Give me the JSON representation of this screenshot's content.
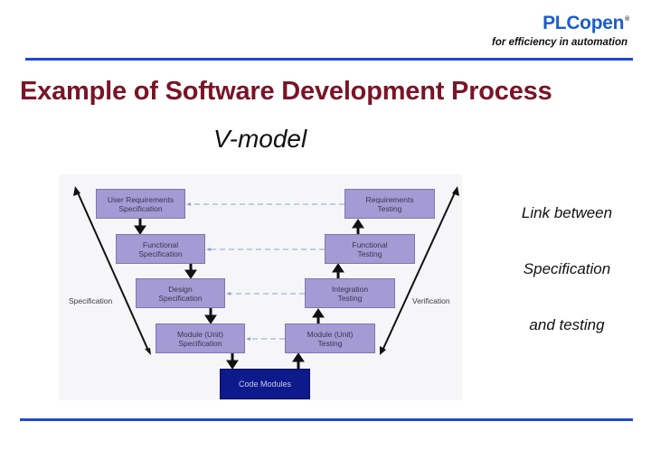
{
  "header": {
    "logo_name": "PLCopen",
    "logo_mark": "®",
    "tagline": "for efficiency in automation"
  },
  "slide": {
    "title": "Example of Software Development Process",
    "subtitle": "V-model",
    "side_notes": [
      "Link between",
      "Specification",
      "and testing"
    ]
  },
  "diagram": {
    "left_axis_label": "Specification",
    "right_axis_label": "Verification",
    "specification_steps": [
      {
        "line1": "User Requirements",
        "line2": "Specification"
      },
      {
        "line1": "Functional",
        "line2": "Specification"
      },
      {
        "line1": "Design",
        "line2": "Specification"
      },
      {
        "line1": "Module (Unit)",
        "line2": "Specification"
      }
    ],
    "testing_steps": [
      {
        "line1": "Requirements",
        "line2": "Testing"
      },
      {
        "line1": "Functional",
        "line2": "Testing"
      },
      {
        "line1": "Integration",
        "line2": "Testing"
      },
      {
        "line1": "Module (Unit)",
        "line2": "Testing"
      }
    ],
    "base": {
      "label": "Code Modules"
    },
    "colors": {
      "box_fill": "#a49ad4",
      "base_fill": "#0c1a8c",
      "link_dash": "#8fa7c8"
    }
  },
  "colors": {
    "title": "#7a1428",
    "logo": "#1a5ec8",
    "rule": "#1e48d8"
  }
}
